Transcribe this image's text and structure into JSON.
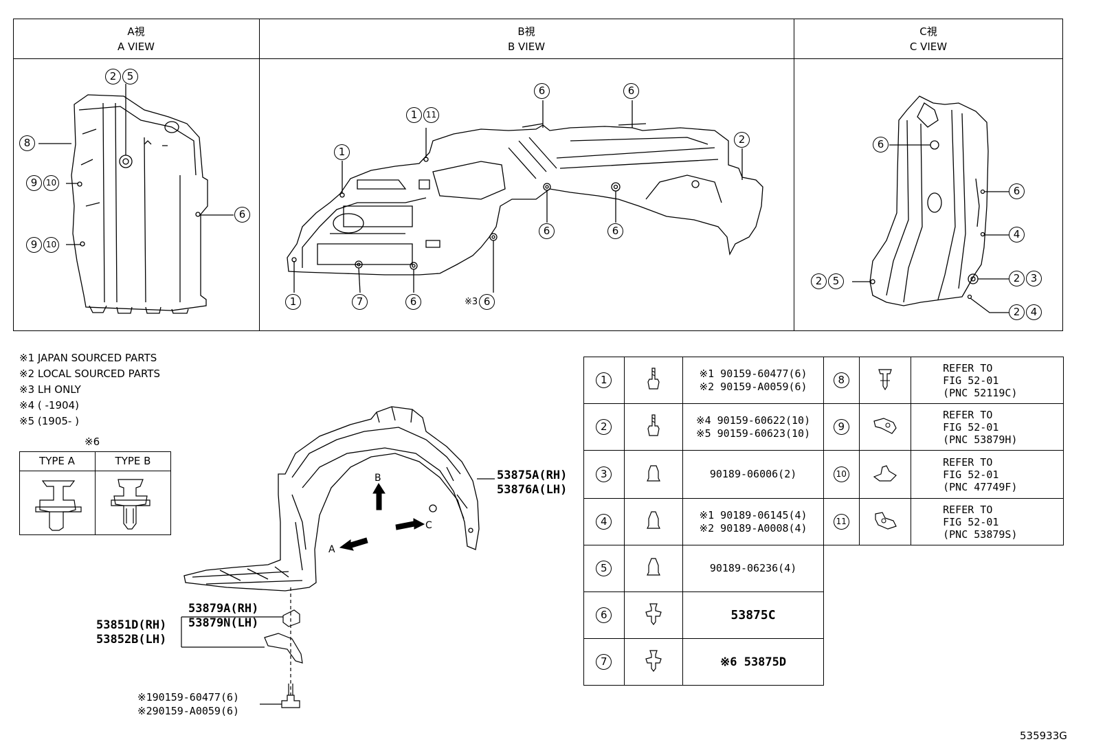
{
  "views": [
    {
      "jp": "A視",
      "en": "A VIEW"
    },
    {
      "jp": "B視",
      "en": "B VIEW"
    },
    {
      "jp": "C視",
      "en": "C VIEW"
    }
  ],
  "notes": [
    "※1 JAPAN SOURCED PARTS",
    "※2 LOCAL SOURCED PARTS",
    "※3 LH ONLY",
    "※4 (      -1904)",
    "※5 (1905-      )"
  ],
  "type_table": {
    "mark": "※6",
    "type_a": "TYPE A",
    "type_b": "TYPE B"
  },
  "circled": {
    "n1": "1",
    "n2": "2",
    "n3": "3",
    "n4": "4",
    "n5": "5",
    "n6": "6",
    "n7": "7",
    "n8": "8",
    "n9": "9",
    "n10": "10",
    "n11": "11"
  },
  "lh_only_mark": "※3",
  "main_parts": {
    "liner_rh": "53875A(RH)",
    "liner_lh": "53876A(LH)",
    "bracket_a_rh": "53879A(RH)",
    "bracket_a_lh": "53879N(LH)",
    "seal_rh": "53851D(RH)",
    "seal_lh": "53852B(LH)",
    "bolt_1": "※190159-60477(6)",
    "bolt_2": "※290159-A0059(6)"
  },
  "arrows": {
    "a": "A",
    "b": "B",
    "c": "C"
  },
  "parts_table": [
    {
      "no": "1",
      "lines": [
        "※1 90159-60477(6)",
        "※2 90159-A0059(6)"
      ]
    },
    {
      "no": "2",
      "lines": [
        "※4 90159-60622(10)",
        "※5 90159-60623(10)"
      ]
    },
    {
      "no": "3",
      "lines": [
        "90189-06006(2)"
      ]
    },
    {
      "no": "4",
      "lines": [
        "※1 90189-06145(4)",
        "※2 90189-A0008(4)"
      ]
    },
    {
      "no": "5",
      "lines": [
        "90189-06236(4)"
      ]
    },
    {
      "no": "6",
      "lines": [
        "53875C"
      ]
    },
    {
      "no": "7",
      "lines": [
        "※6 53875D"
      ]
    }
  ],
  "refer_table": [
    {
      "no": "8",
      "lines": [
        "REFER TO",
        "FIG 52-01",
        "(PNC 52119C)"
      ]
    },
    {
      "no": "9",
      "lines": [
        "REFER TO",
        "FIG 52-01",
        "(PNC 53879H)"
      ]
    },
    {
      "no": "10",
      "lines": [
        "REFER TO",
        "FIG 52-01",
        "(PNC 47749F)"
      ]
    },
    {
      "no": "11",
      "lines": [
        "REFER TO",
        "FIG 52-01",
        "(PNC 53879S)"
      ]
    }
  ],
  "figure_id": "535933G"
}
